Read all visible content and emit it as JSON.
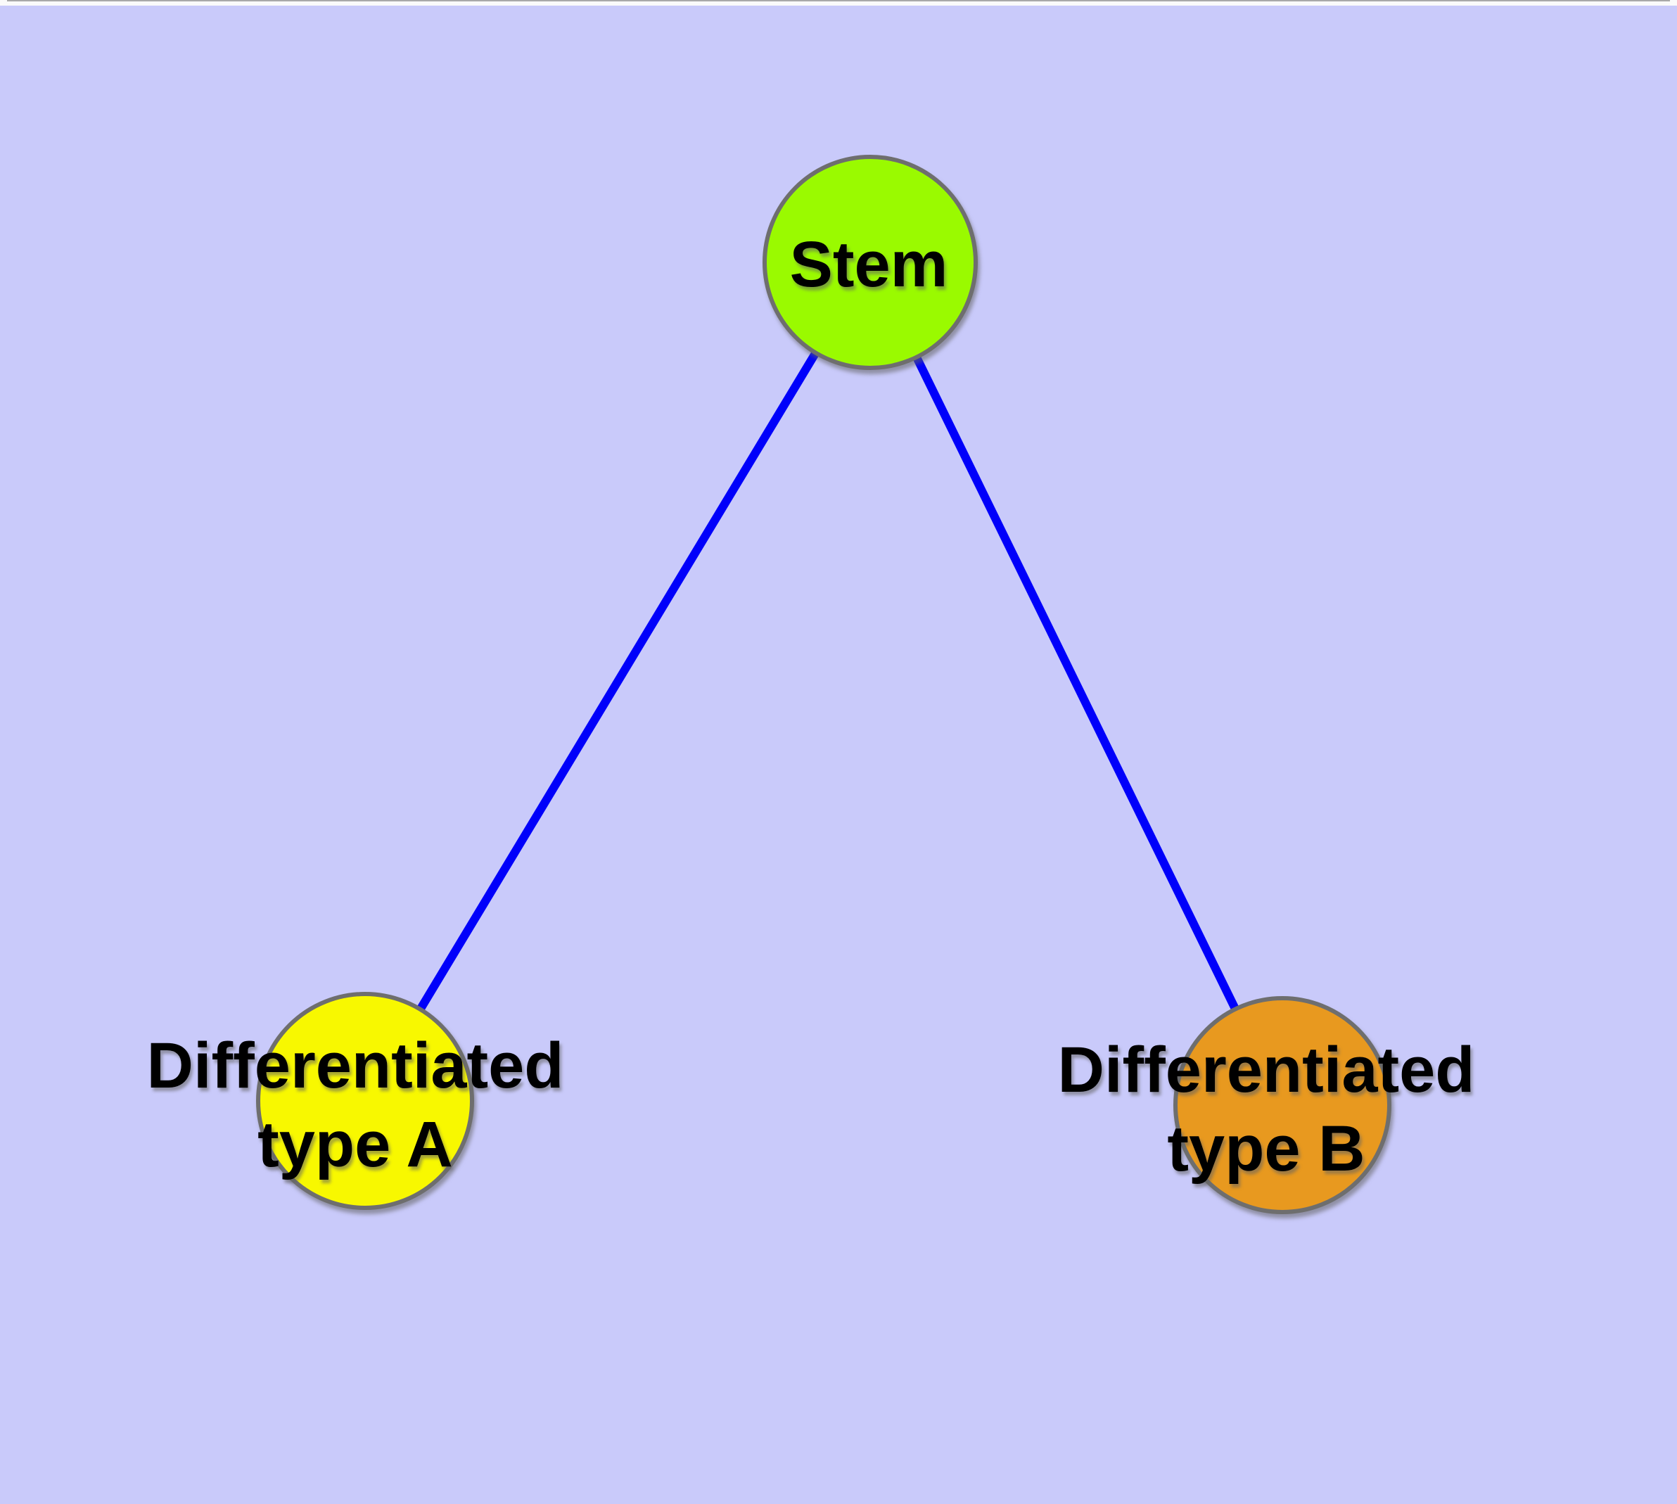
{
  "diagram": {
    "type": "graph",
    "background_color": "#C9CAFA",
    "window_edge_color": "#FAFAFA",
    "window_edge_line_color": "#A8A8A8",
    "edge_color": "#0000FA",
    "node_border_color": "#6E6E6E",
    "text_color": "#000000",
    "nodes": [
      {
        "id": "stem",
        "label": "Stem",
        "lines": [
          "Stem"
        ],
        "fill": "#9AFA00"
      },
      {
        "id": "differentiated-type-a",
        "label": "Differentiated type A",
        "lines": [
          "Differentiated",
          "type A"
        ],
        "fill": "#F8F800"
      },
      {
        "id": "differentiated-type-b",
        "label": "Differentiated type B",
        "lines": [
          "Differentiated",
          "type B"
        ],
        "fill": "#E8991F"
      }
    ],
    "edges": [
      {
        "from": "Stem",
        "to": "Differentiated type A"
      },
      {
        "from": "Stem",
        "to": "Differentiated type B"
      }
    ]
  }
}
